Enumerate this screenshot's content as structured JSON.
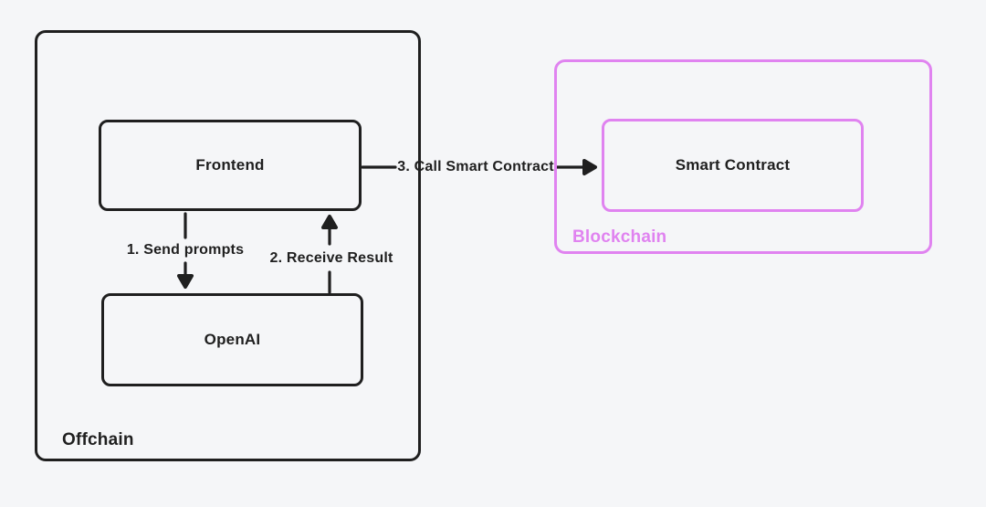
{
  "colors": {
    "background": "#f5f6f8",
    "dark": "#1f1f1f",
    "violet": "#e083f0"
  },
  "groups": {
    "offchain": {
      "label": "Offchain"
    },
    "blockchain": {
      "label": "Blockchain"
    }
  },
  "nodes": {
    "frontend": {
      "label": "Frontend"
    },
    "openai": {
      "label": "OpenAI"
    },
    "smart_contract": {
      "label": "Smart Contract"
    }
  },
  "edges": {
    "send_prompts": {
      "label": "1. Send prompts",
      "from": "Frontend",
      "to": "OpenAI"
    },
    "receive_result": {
      "label": "2. Receive Result",
      "from": "OpenAI",
      "to": "Frontend"
    },
    "call_contract": {
      "label": "3. Call Smart Contract",
      "from": "Frontend",
      "to": "Smart Contract"
    }
  }
}
